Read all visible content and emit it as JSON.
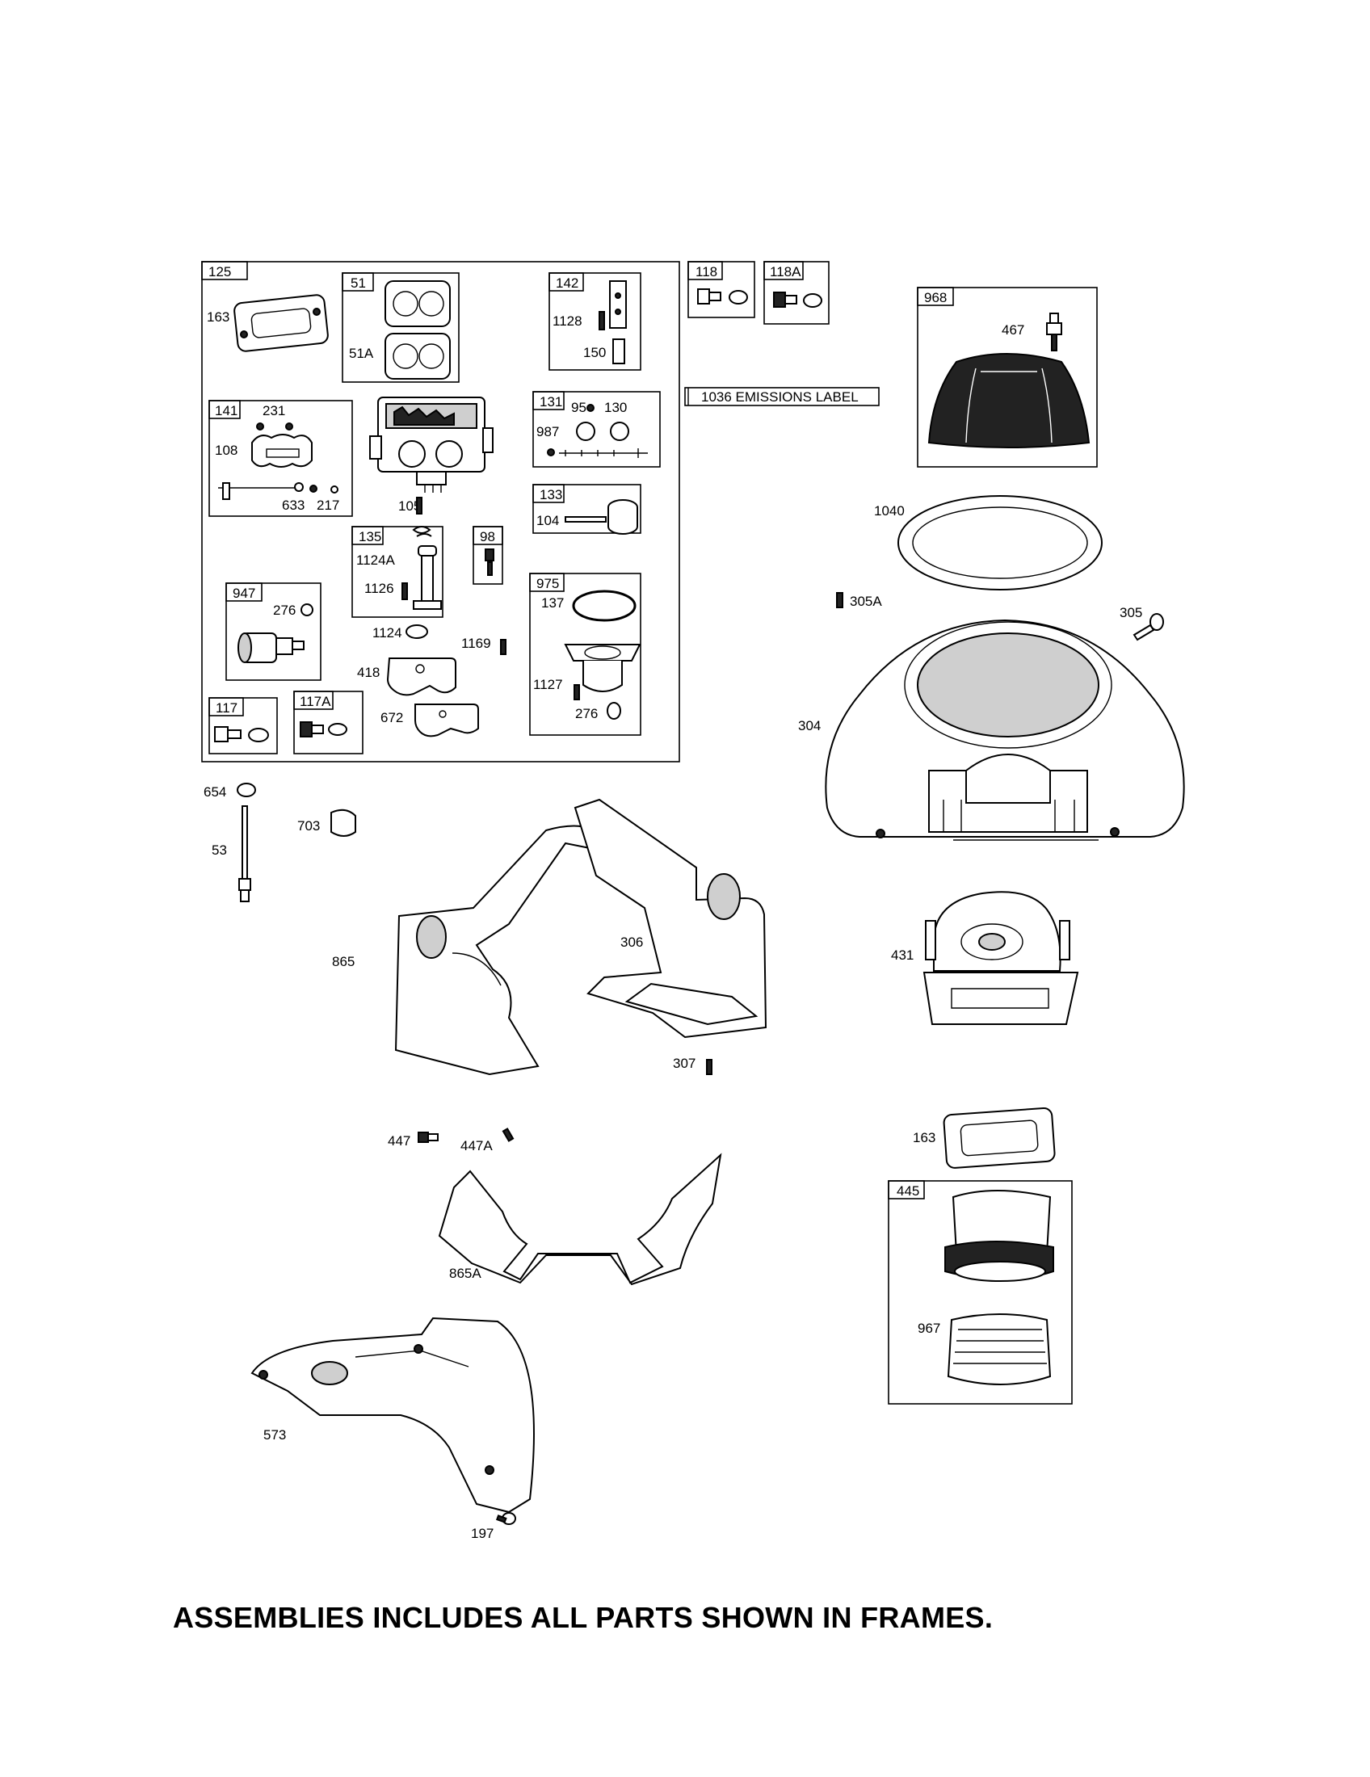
{
  "footer_note": "ASSEMBLIES INCLUDES ALL PARTS SHOWN IN FRAMES.",
  "emissions_label": "1036 EMISSIONS LABEL",
  "frames": {
    "f125": "125",
    "f51": "51",
    "f142": "142",
    "f141": "141",
    "f131": "131",
    "f133": "133",
    "f135": "135",
    "f98": "98",
    "f947": "947",
    "f975": "975",
    "f117": "117",
    "f117A": "117A",
    "f118": "118",
    "f118A": "118A",
    "f968": "968",
    "f445": "445"
  },
  "callouts": {
    "c163a": "163",
    "c51A": "51A",
    "c1128": "1128",
    "c150": "150",
    "c231": "231",
    "c108": "108",
    "c633": "633",
    "c217": "217",
    "c95": "95",
    "c130": "130",
    "c987": "987",
    "c104": "104",
    "c105": "105",
    "c1124A": "1124A",
    "c1126": "1126",
    "c1124": "1124",
    "c1169": "1169",
    "c418": "418",
    "c672": "672",
    "c276a": "276",
    "c137": "137",
    "c1127": "1127",
    "c276b": "276",
    "c467": "467",
    "c1040": "1040",
    "c305A": "305A",
    "c305": "305",
    "c304": "304",
    "c654": "654",
    "c53": "53",
    "c703": "703",
    "c306": "306",
    "c865": "865",
    "c307": "307",
    "c431": "431",
    "c163b": "163",
    "c447": "447",
    "c447A": "447A",
    "c865A": "865A",
    "c967": "967",
    "c573": "573",
    "c197": "197"
  }
}
